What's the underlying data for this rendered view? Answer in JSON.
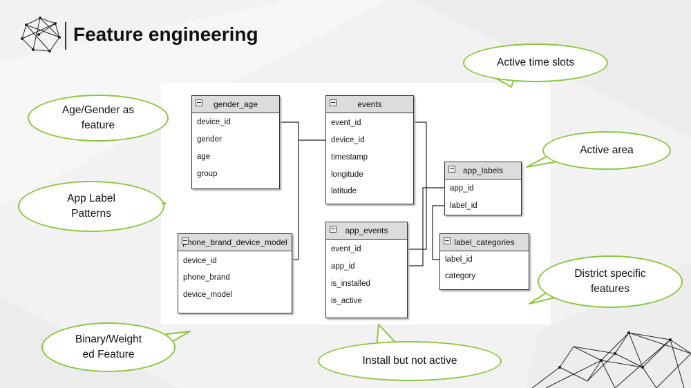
{
  "slide": {
    "title": "Feature engineering"
  },
  "tables": [
    {
      "id": "gender_age",
      "name": "gender_age",
      "fields": [
        "device_id",
        "gender",
        "age",
        "group"
      ]
    },
    {
      "id": "events",
      "name": "events",
      "fields": [
        "event_id",
        "device_id",
        "timestamp",
        "longitude",
        "latitude"
      ]
    },
    {
      "id": "app_labels",
      "name": "app_labels",
      "fields": [
        "app_id",
        "label_id"
      ]
    },
    {
      "id": "phone_brand_device_model",
      "name": "phone_brand_device_model",
      "fields": [
        "device_id",
        "phone_brand",
        "device_model"
      ]
    },
    {
      "id": "app_events",
      "name": "app_events",
      "fields": [
        "event_id",
        "app_id",
        "is_installed",
        "is_active"
      ]
    },
    {
      "id": "label_categories",
      "name": "label_categories",
      "fields": [
        "label_id",
        "category"
      ]
    }
  ],
  "callouts": {
    "age_gender": "Age/Gender as feature",
    "app_label": "App Label Patterns",
    "binary_weighted": "Binary/Weight ed Feature",
    "active_time": "Active time slots",
    "active_area": "Active area",
    "district": "District specific features",
    "install_not_active": "Install but not active"
  },
  "colors": {
    "callout_border": "#8cc63f",
    "table_header": "#dcdcdc",
    "background": "#f2f2f2"
  }
}
